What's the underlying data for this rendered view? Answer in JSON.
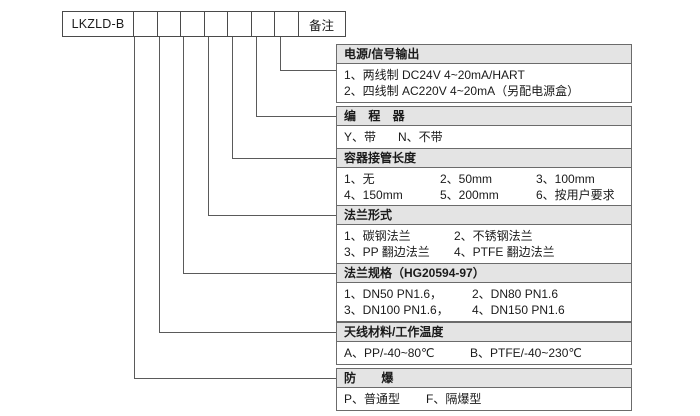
{
  "code_table": {
    "model": "LKZLD-B",
    "blank_slots": 7,
    "remark_label": "备注"
  },
  "blocks": [
    {
      "id": "power-signal-output",
      "title": "电源/信号输出",
      "layout": "power",
      "rows": [
        [
          "1、两线制  DC24V 4~20mA/HART"
        ],
        [
          "2、四线制 AC220V 4~20mA（另配电源盒）"
        ]
      ]
    },
    {
      "id": "programmer",
      "title": "编 程 器",
      "layout": "prog",
      "rows": [
        [
          "Y、带",
          "N、不带"
        ]
      ]
    },
    {
      "id": "vessel-nozzle-length",
      "title": "容器接管长度",
      "layout": "3",
      "rows": [
        [
          "1、无",
          "2、50mm",
          "3、100mm"
        ],
        [
          "4、150mm",
          "5、200mm",
          "6、按用户要求"
        ]
      ]
    },
    {
      "id": "flange-type",
      "title": "法兰形式",
      "layout": "2",
      "rows": [
        [
          "1、碳钢法兰",
          "2、不锈钢法兰"
        ],
        [
          "3、PP 翻边法兰",
          "4、PTFE 翻边法兰"
        ]
      ]
    },
    {
      "id": "flange-specification",
      "title": "法兰规格（HG20594-97）",
      "layout": "2w",
      "rows": [
        [
          "1、DN50 PN1.6，",
          "2、DN80 PN1.6"
        ],
        [
          "3、DN100 PN1.6，",
          "4、DN150 PN1.6"
        ]
      ]
    },
    {
      "id": "antenna-material-temperature",
      "title": "天线材料/工作温度",
      "layout": "temp",
      "rows": [
        [
          "A、PP/-40~80℃",
          "B、PTFE/-40~230℃"
        ]
      ]
    },
    {
      "id": "explosion-proof",
      "title": "防  爆",
      "layout": "ex",
      "rows": [
        [
          "P、普通型",
          "F、隔爆型"
        ]
      ]
    }
  ]
}
